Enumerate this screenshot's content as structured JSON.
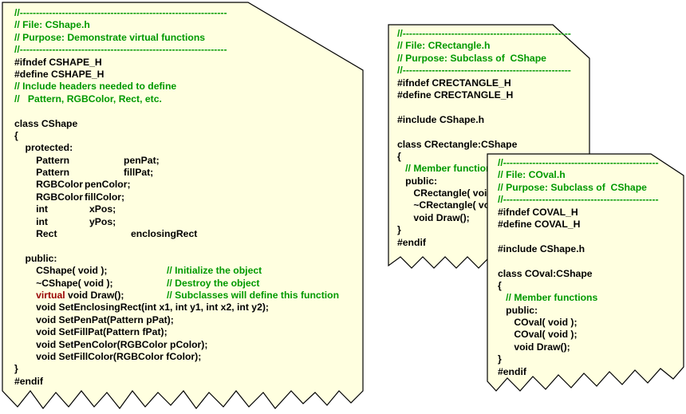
{
  "documents": {
    "cshape": {
      "lines": [
        {
          "segments": [
            {
              "text": "//----------------------------------------------------------------",
              "kind": "comment"
            }
          ]
        },
        {
          "segments": [
            {
              "text": "// File: CShape.h",
              "kind": "comment"
            }
          ]
        },
        {
          "segments": [
            {
              "text": "// Purpose: Demonstrate virtual functions",
              "kind": "comment"
            }
          ]
        },
        {
          "segments": [
            {
              "text": "//----------------------------------------------------------------",
              "kind": "comment"
            }
          ]
        },
        {
          "segments": [
            {
              "text": "#ifndef CSHAPE_H",
              "kind": "code"
            }
          ]
        },
        {
          "segments": [
            {
              "text": "#define CSHAPE_H",
              "kind": "code"
            }
          ]
        },
        {
          "segments": [
            {
              "text": "// Include headers needed to define",
              "kind": "comment"
            }
          ]
        },
        {
          "segments": [
            {
              "text": "//   Pattern, RGBColor, Rect, etc.",
              "kind": "comment"
            }
          ]
        },
        {
          "segments": []
        },
        {
          "segments": [
            {
              "text": "class CShape",
              "kind": "code"
            }
          ]
        },
        {
          "segments": [
            {
              "text": "{",
              "kind": "code"
            }
          ]
        },
        {
          "segments": [
            {
              "text": "    protected:",
              "kind": "code"
            }
          ]
        },
        {
          "segments": [
            {
              "text": "        Pattern",
              "kind": "code"
            },
            {
              "text": "penPat;",
              "kind": "code",
              "col": 2
            }
          ]
        },
        {
          "segments": [
            {
              "text": "        Pattern",
              "kind": "code"
            },
            {
              "text": "fillPat;",
              "kind": "code",
              "col": 2
            }
          ]
        },
        {
          "segments": [
            {
              "text": "        RGBColor",
              "kind": "code"
            },
            {
              "text": "penColor;",
              "kind": "code",
              "col": 1
            }
          ]
        },
        {
          "segments": [
            {
              "text": "        RGBColor",
              "kind": "code"
            },
            {
              "text": "fillColor;",
              "kind": "code",
              "col": 1
            }
          ]
        },
        {
          "segments": [
            {
              "text": "        int",
              "kind": "code"
            },
            {
              "text": "xPos;",
              "kind": "code",
              "col": 3
            }
          ]
        },
        {
          "segments": [
            {
              "text": "        int",
              "kind": "code"
            },
            {
              "text": "yPos;",
              "kind": "code",
              "col": 3
            }
          ]
        },
        {
          "segments": [
            {
              "text": "        Rect",
              "kind": "code"
            },
            {
              "text": "enclosingRect",
              "kind": "code",
              "col": 4
            }
          ]
        },
        {
          "segments": []
        },
        {
          "segments": [
            {
              "text": "    public:",
              "kind": "code"
            }
          ]
        },
        {
          "segments": [
            {
              "text": "        CShape( void );",
              "kind": "code"
            },
            {
              "text": "// Initialize the object",
              "kind": "comment",
              "col": 5
            }
          ]
        },
        {
          "segments": [
            {
              "text": "        ~CShape( void );",
              "kind": "code"
            },
            {
              "text": "// Destroy the object",
              "kind": "comment",
              "col": 5
            }
          ]
        },
        {
          "segments": [
            {
              "text": "        ",
              "kind": "code"
            },
            {
              "text": "virtual",
              "kind": "keyword"
            },
            {
              "text": " void Draw();",
              "kind": "code"
            },
            {
              "text": "// Subclasses will define this function",
              "kind": "comment",
              "col": 5
            }
          ]
        },
        {
          "segments": [
            {
              "text": "        void SetEnclosingRect(int x1, int y1, int x2, int y2);",
              "kind": "code"
            }
          ]
        },
        {
          "segments": [
            {
              "text": "        void SetPenPat(Pattern pPat);",
              "kind": "code"
            }
          ]
        },
        {
          "segments": [
            {
              "text": "        void SetFillPat(Pattern fPat);",
              "kind": "code"
            }
          ]
        },
        {
          "segments": [
            {
              "text": "        void SetPenColor(RGBColor pColor);",
              "kind": "code"
            }
          ]
        },
        {
          "segments": [
            {
              "text": "        void SetFillColor(RGBColor fColor);",
              "kind": "code"
            }
          ]
        },
        {
          "segments": [
            {
              "text": "}",
              "kind": "code"
            }
          ]
        },
        {
          "segments": [
            {
              "text": "#endif",
              "kind": "code"
            }
          ]
        }
      ]
    },
    "crectangle": {
      "lines": [
        {
          "segments": [
            {
              "text": "//----------------------------------------------------",
              "kind": "comment"
            }
          ]
        },
        {
          "segments": [
            {
              "text": "// File: CRectangle.h",
              "kind": "comment"
            }
          ]
        },
        {
          "segments": [
            {
              "text": "// Purpose: Subclass of  CShape",
              "kind": "comment"
            }
          ]
        },
        {
          "segments": [
            {
              "text": "//----------------------------------------------------",
              "kind": "comment"
            }
          ]
        },
        {
          "segments": [
            {
              "text": "#ifndef CRECTANGLE_H",
              "kind": "code"
            }
          ]
        },
        {
          "segments": [
            {
              "text": "#define CRECTANGLE_H",
              "kind": "code"
            }
          ]
        },
        {
          "segments": []
        },
        {
          "segments": [
            {
              "text": "#include CShape.h",
              "kind": "code"
            }
          ]
        },
        {
          "segments": []
        },
        {
          "segments": [
            {
              "text": "class CRectangle:CShape",
              "kind": "code"
            }
          ]
        },
        {
          "segments": [
            {
              "text": "{",
              "kind": "code"
            }
          ]
        },
        {
          "segments": [
            {
              "text": "   // Member functions",
              "kind": "comment"
            }
          ]
        },
        {
          "segments": [
            {
              "text": "   public:",
              "kind": "code"
            }
          ]
        },
        {
          "segments": [
            {
              "text": "      CRectangle( void );",
              "kind": "code"
            }
          ]
        },
        {
          "segments": [
            {
              "text": "      ~CRectangle( void );",
              "kind": "code"
            }
          ]
        },
        {
          "segments": [
            {
              "text": "      void Draw();",
              "kind": "code"
            }
          ]
        },
        {
          "segments": [
            {
              "text": "}",
              "kind": "code"
            }
          ]
        },
        {
          "segments": [
            {
              "text": "#endif",
              "kind": "code"
            }
          ]
        }
      ]
    },
    "coval": {
      "lines": [
        {
          "segments": [
            {
              "text": "//------------------------------------------------",
              "kind": "comment"
            }
          ]
        },
        {
          "segments": [
            {
              "text": "// File: COval.h",
              "kind": "comment"
            }
          ]
        },
        {
          "segments": [
            {
              "text": "// Purpose: Subclass of  CShape",
              "kind": "comment"
            }
          ]
        },
        {
          "segments": [
            {
              "text": "//------------------------------------------------",
              "kind": "comment"
            }
          ]
        },
        {
          "segments": [
            {
              "text": "#ifndef COVAL_H",
              "kind": "code"
            }
          ]
        },
        {
          "segments": [
            {
              "text": "#define COVAL_H",
              "kind": "code"
            }
          ]
        },
        {
          "segments": []
        },
        {
          "segments": [
            {
              "text": "#include CShape.h",
              "kind": "code"
            }
          ]
        },
        {
          "segments": []
        },
        {
          "segments": [
            {
              "text": "class COval:CShape",
              "kind": "code"
            }
          ]
        },
        {
          "segments": [
            {
              "text": "{",
              "kind": "code"
            }
          ]
        },
        {
          "segments": [
            {
              "text": "   // Member functions",
              "kind": "comment"
            }
          ]
        },
        {
          "segments": [
            {
              "text": "   public:",
              "kind": "code"
            }
          ]
        },
        {
          "segments": [
            {
              "text": "      COval( void );",
              "kind": "code"
            }
          ]
        },
        {
          "segments": [
            {
              "text": "      COval( void );",
              "kind": "code"
            }
          ]
        },
        {
          "segments": [
            {
              "text": "      void Draw();",
              "kind": "code"
            }
          ]
        },
        {
          "segments": [
            {
              "text": "}",
              "kind": "code"
            }
          ]
        },
        {
          "segments": [
            {
              "text": "#endif",
              "kind": "code"
            }
          ]
        }
      ]
    }
  },
  "colors": {
    "paper_fill": "#ffffe0",
    "paper_stroke": "#000000",
    "comment": "#009900",
    "keyword": "#990000",
    "code": "#000000"
  }
}
